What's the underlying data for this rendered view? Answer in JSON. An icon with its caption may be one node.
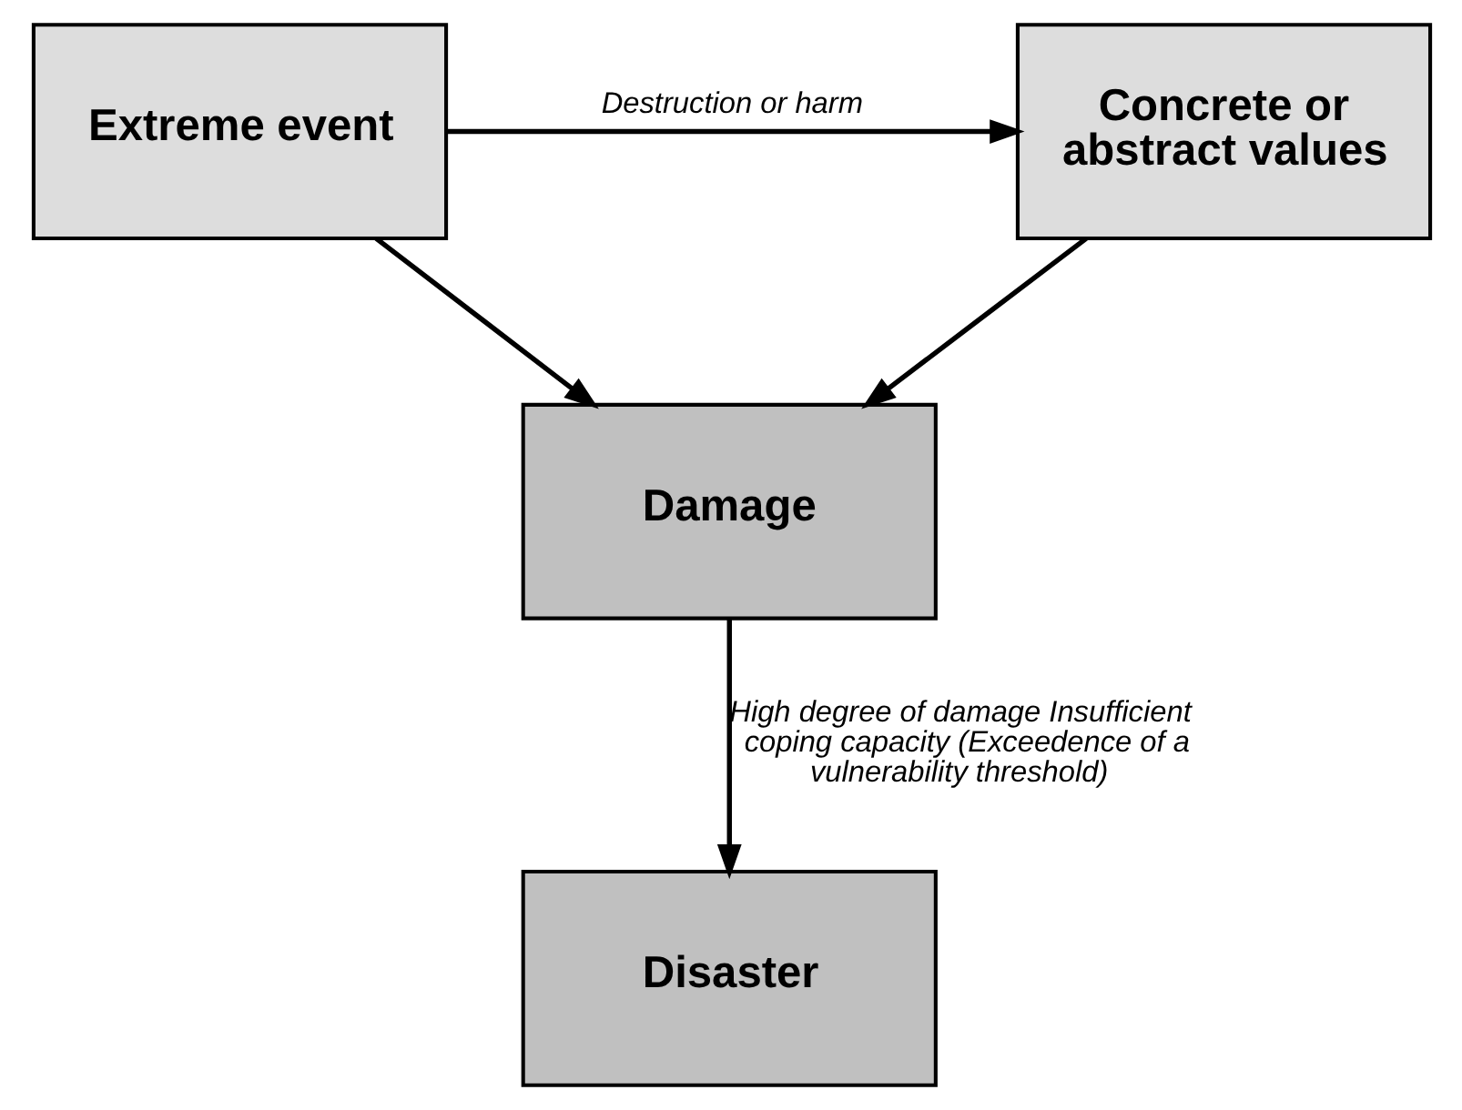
{
  "diagram": {
    "nodes": [
      {
        "text": [
          "Extreme event"
        ]
      },
      {
        "text": [
          "Concrete or abstract values"
        ]
      },
      {
        "text": [
          "Damage"
        ]
      },
      {
        "text": [
          "Disaster"
        ]
      }
    ],
    "edges": [
      {
        "from": 0,
        "to": 1,
        "arrow": "to",
        "label": "Destruction or harm"
      },
      {
        "from": 0,
        "to": 2,
        "arrow": "to"
      },
      {
        "from": 1,
        "to": 2,
        "arrow": "to"
      },
      {
        "from": 2,
        "to": 3,
        "arrow": "to",
        "label": "High degree of damage Insufficient coping capacity (Exceedence of a vulnerability threshold)"
      }
    ]
  }
}
